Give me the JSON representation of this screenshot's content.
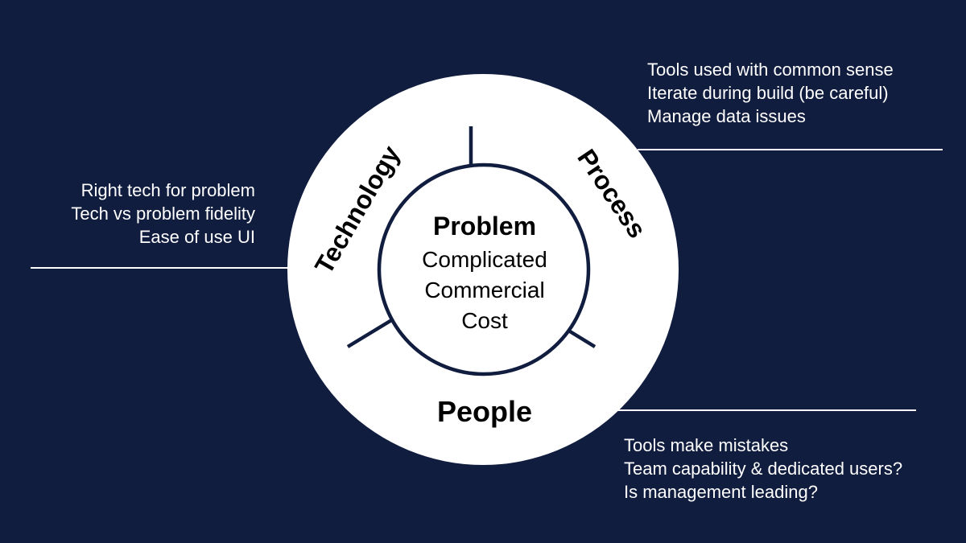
{
  "colors": {
    "background": "#111d3f",
    "circle_fill": "#ffffff",
    "ring_stroke": "#111d3f",
    "text_dark": "#000000",
    "text_light": "#ffffff"
  },
  "center": {
    "title": "Problem",
    "lines": [
      "Complicated",
      "Commercial",
      "Cost"
    ]
  },
  "segments": {
    "technology": {
      "label": "Technology",
      "notes": [
        "Right tech for problem",
        "Tech vs problem fidelity",
        "Ease of use UI"
      ]
    },
    "process": {
      "label": "Process",
      "notes": [
        "Tools used with common sense",
        "Iterate during build (be careful)",
        "Manage data issues"
      ]
    },
    "people": {
      "label": "People",
      "notes": [
        "Tools make mistakes",
        "Team capability & dedicated users?",
        "Is management leading?"
      ]
    }
  }
}
